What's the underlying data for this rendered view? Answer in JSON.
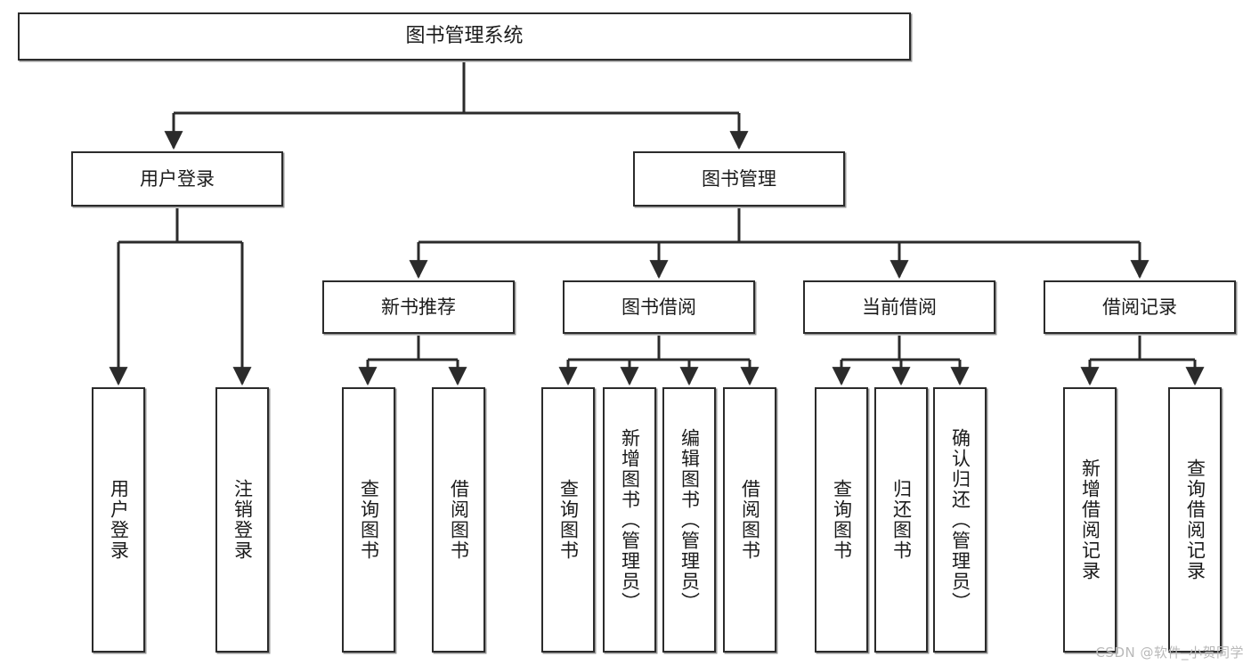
{
  "diagram": {
    "title": "图书管理系统",
    "type": "tree",
    "root": {
      "id": "root",
      "label": "图书管理系统"
    },
    "level2": [
      {
        "id": "user-login",
        "label": "用户登录"
      },
      {
        "id": "book-manage",
        "label": "图书管理"
      }
    ],
    "level3": [
      {
        "id": "new-book-rec",
        "label": "新书推荐",
        "parent": "book-manage"
      },
      {
        "id": "book-borrow",
        "label": "图书借阅",
        "parent": "book-manage"
      },
      {
        "id": "current-borrow",
        "label": "当前借阅",
        "parent": "book-manage"
      },
      {
        "id": "borrow-record",
        "label": "借阅记录",
        "parent": "book-manage"
      }
    ],
    "leaves": {
      "user_login": [
        {
          "id": "leaf-user-login",
          "label": "用户登录"
        },
        {
          "id": "leaf-user-logout",
          "label": "注销登录"
        }
      ],
      "new_book_rec": [
        {
          "id": "leaf-query-book-1",
          "label": "查询图书"
        },
        {
          "id": "leaf-borrow-book-1",
          "label": "借阅图书"
        }
      ],
      "book_borrow": [
        {
          "id": "leaf-query-book-2",
          "label": "查询图书"
        },
        {
          "id": "leaf-add-book",
          "label": "新增图书（管理员）"
        },
        {
          "id": "leaf-edit-book",
          "label": "编辑图书（管理员）"
        },
        {
          "id": "leaf-borrow-book-2",
          "label": "借阅图书"
        }
      ],
      "current_borrow": [
        {
          "id": "leaf-query-book-3",
          "label": "查询图书"
        },
        {
          "id": "leaf-return-book",
          "label": "归还图书"
        },
        {
          "id": "leaf-confirm-return",
          "label": "确认归还（管理员）"
        }
      ],
      "borrow_record": [
        {
          "id": "leaf-add-record",
          "label": "新增借阅记录"
        },
        {
          "id": "leaf-query-record",
          "label": "查询借阅记录"
        }
      ]
    },
    "watermark": "CSDN @软件_小贺同学",
    "colors": {
      "border": "#2b2b2b",
      "background": "#ffffff",
      "text": "#1b1b1b",
      "connector": "#2b2b2b",
      "watermark": "#b9b9b9"
    }
  }
}
